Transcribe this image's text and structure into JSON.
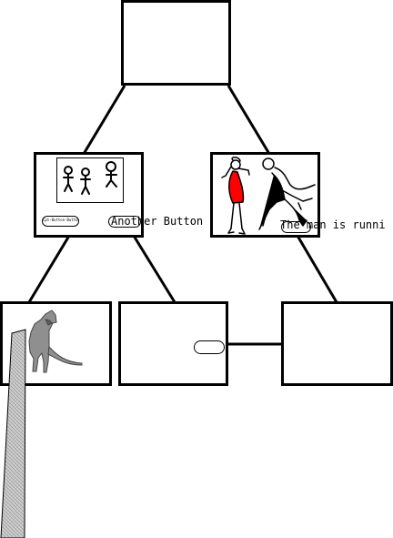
{
  "scene": {
    "background_color": "#ffffff",
    "line_color": "#000000",
    "accent_color": "#ff0000"
  },
  "nodes": {
    "root": {
      "name": "root-node"
    },
    "mid_left": {
      "name": "mid-left-node",
      "small_button_label": "Cpt-Button-Button",
      "button_label": "Another Button"
    },
    "mid_right": {
      "name": "mid-right-node",
      "caption": "The man is runni"
    },
    "bottom_left": {
      "name": "bottom-left-node"
    },
    "bottom_middle": {
      "name": "bottom-middle-node"
    },
    "bottom_right": {
      "name": "bottom-right-node"
    }
  },
  "icons": {
    "stick_figures": "stick-figures-icon",
    "woman": "woman-in-red-dress-icon",
    "running_man": "running-man-icon",
    "dog": "dog-figure-icon"
  },
  "visuals": {
    "scribble_pattern": "hatched-grey-bar"
  }
}
